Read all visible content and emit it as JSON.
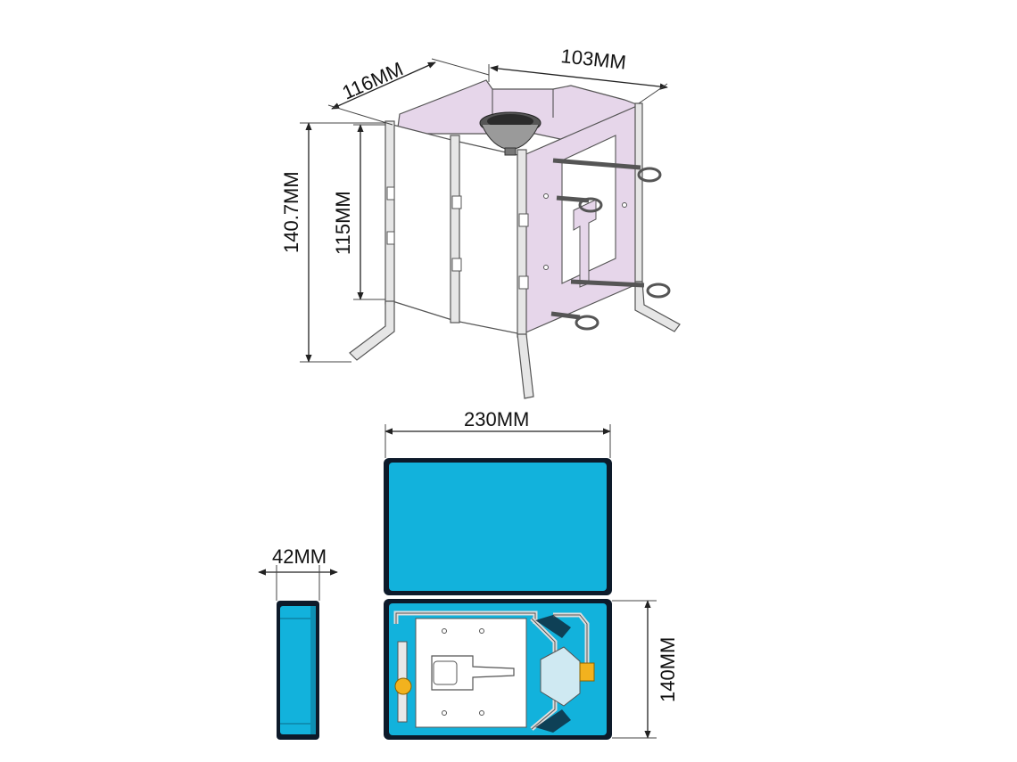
{
  "dimensions": {
    "width_top": "116MM",
    "depth_top": "103MM",
    "total_height": "140.7MM",
    "body_height": "115MM",
    "case_width": "230MM",
    "case_thickness": "42MM",
    "case_height": "140MM"
  },
  "colors": {
    "panel_purple": "#e6d6ea",
    "case_blue": "#12b2dc",
    "case_dark": "#0d1a2a",
    "valve_yellow": "#f2b21e"
  }
}
